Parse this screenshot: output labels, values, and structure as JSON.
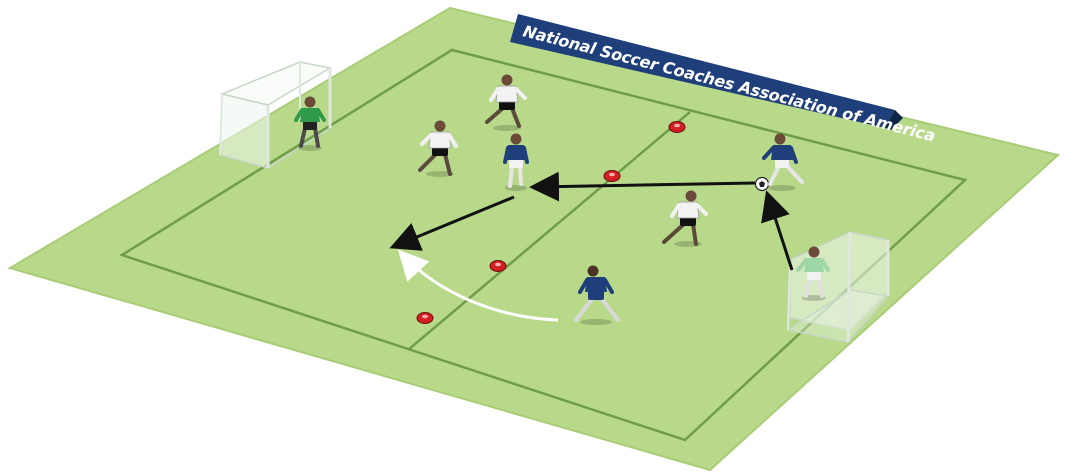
{
  "banner": {
    "text": "National Soccer Coaches Association of America"
  },
  "colors": {
    "pitch": "#b9d98a",
    "pitch_edge": "#a9cc76",
    "lines": "#6f9e4a",
    "banner": "#1f3f7a",
    "blue_team": "#1f3f7a",
    "white_team": "#f2f2f2",
    "keeper_green": "#2f9a4a",
    "cone": "#d42020",
    "arrow": "#111111",
    "run_path": "#ffffff"
  },
  "players": [
    {
      "team": "keeper",
      "label": "left goalkeeper"
    },
    {
      "team": "white",
      "label": "white player"
    },
    {
      "team": "white",
      "label": "white player"
    },
    {
      "team": "blue",
      "label": "blue player"
    },
    {
      "team": "blue",
      "label": "blue player with ball"
    },
    {
      "team": "white",
      "label": "white player"
    },
    {
      "team": "blue",
      "label": "blue player"
    },
    {
      "team": "keeper",
      "label": "right goalkeeper"
    }
  ],
  "cones": 4,
  "icons": {
    "ball": "soccer-ball-icon",
    "goal": "goal-icon",
    "cone": "cone-icon"
  }
}
